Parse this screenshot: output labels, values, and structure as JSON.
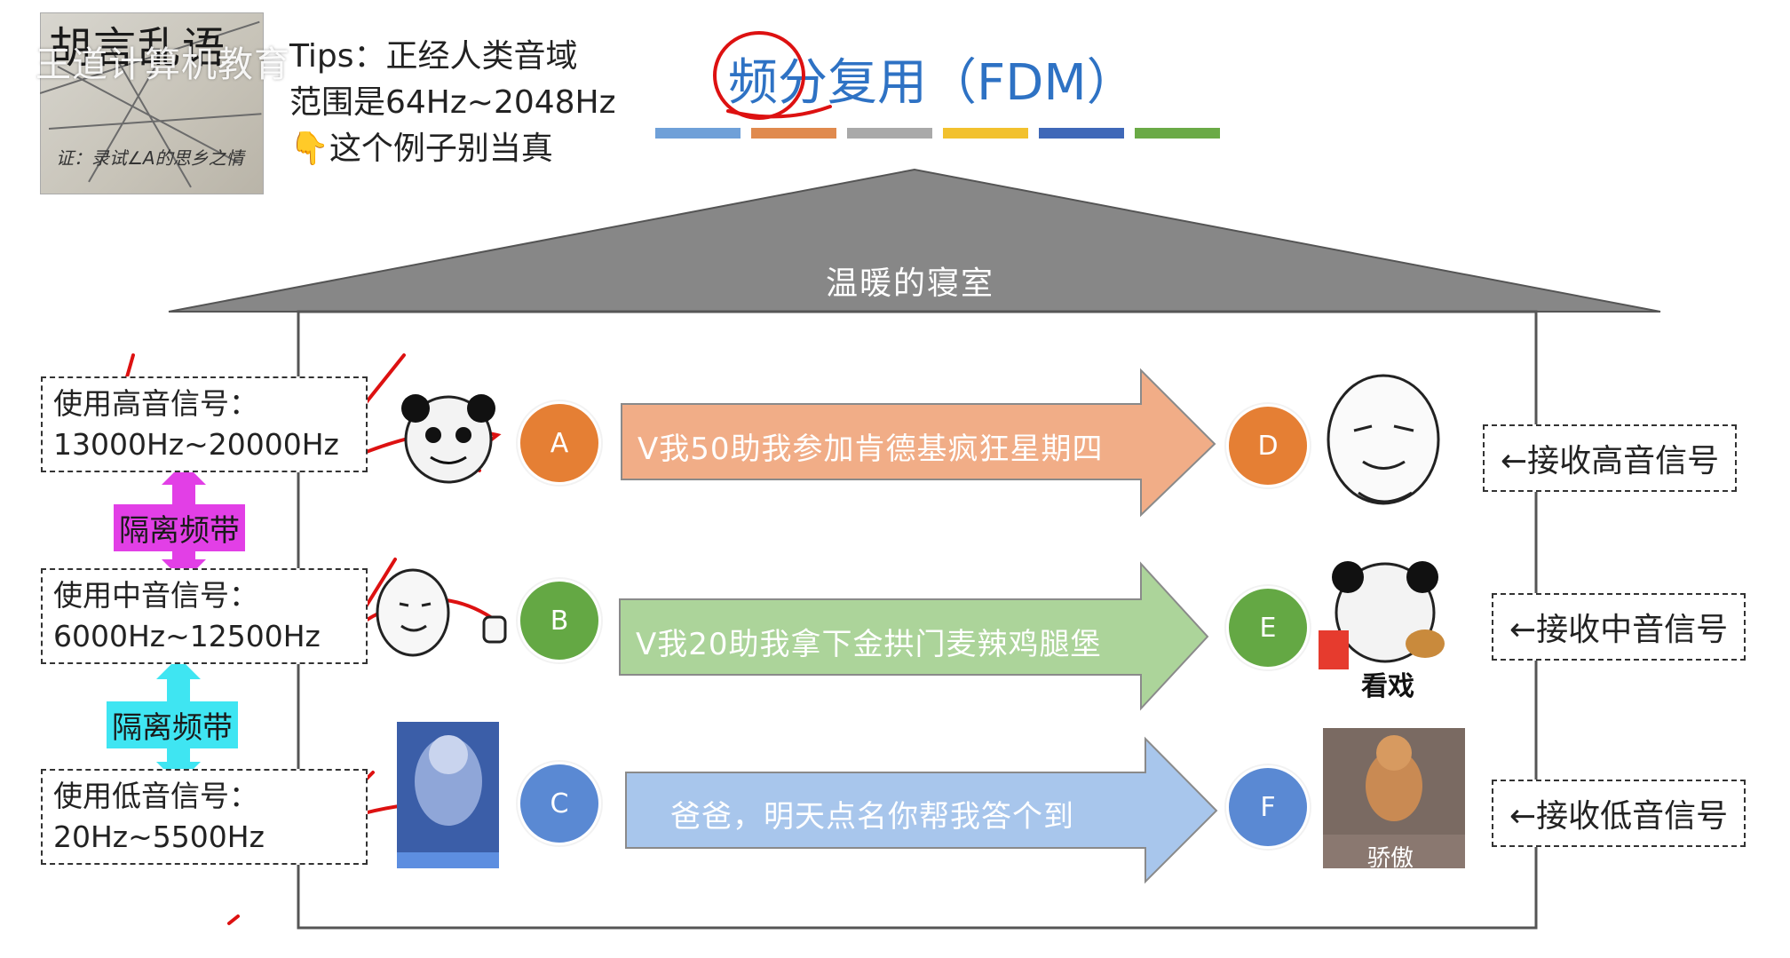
{
  "thumbnail": {
    "title": "胡言乱语",
    "note": "证：录试∠A的思乡之情"
  },
  "watermark": "王道计算机教育",
  "tips": {
    "line1": "Tips：正经人类音域",
    "line2": "范围是64Hz~2048Hz",
    "line3": "👇这个例子别当真"
  },
  "title": "频分复用（FDM）",
  "title_bar_colors": [
    "#6fa0d8",
    "#e08a4e",
    "#a9a9a9",
    "#f2c12e",
    "#3f68b8",
    "#6aaa46"
  ],
  "roof_label": "温暖的寝室",
  "senders": [
    {
      "label": "使用高音信号：",
      "range": "13000Hz~20000Hz"
    },
    {
      "label": "使用中音信号：",
      "range": "6000Hz~12500Hz"
    },
    {
      "label": "使用低音信号：",
      "range": "20Hz~5500Hz"
    }
  ],
  "guard_bands": [
    {
      "label": "隔离频带",
      "color": "#e23fe6"
    },
    {
      "label": "隔离频带",
      "color": "#3fe5f2"
    }
  ],
  "channels": [
    {
      "from": "A",
      "to": "D",
      "message": "V我50助我参加肯德基疯狂星期四",
      "color": "#e57f34",
      "arrow_color": "#f1ad87"
    },
    {
      "from": "B",
      "to": "E",
      "message": "V我20助我拿下金拱门麦辣鸡腿堡",
      "color": "#64a844",
      "arrow_color": "#acd49a"
    },
    {
      "from": "C",
      "to": "F",
      "message": "爸爸，明天点名你帮我答个到",
      "color": "#5a89d3",
      "arrow_color": "#a8c6ec"
    }
  ],
  "receivers": [
    {
      "label": "←接收高音信号"
    },
    {
      "label": "←接收中音信号"
    },
    {
      "label": "←接收低音信号"
    }
  ],
  "memes": {
    "e_caption": "看戏",
    "f_caption": "骄傲"
  }
}
